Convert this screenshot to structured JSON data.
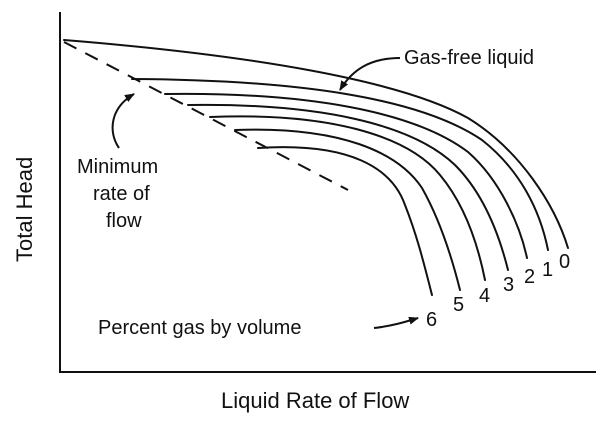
{
  "axes": {
    "x_label": "Liquid Rate of Flow",
    "y_label": "Total Head"
  },
  "annotations": {
    "gas_free": "Gas-free liquid",
    "minimum_rate": [
      "Minimum",
      "rate of",
      "flow"
    ],
    "percent_gas": "Percent gas by volume"
  },
  "curve_labels": [
    "0",
    "1",
    "2",
    "3",
    "4",
    "5",
    "6"
  ]
}
